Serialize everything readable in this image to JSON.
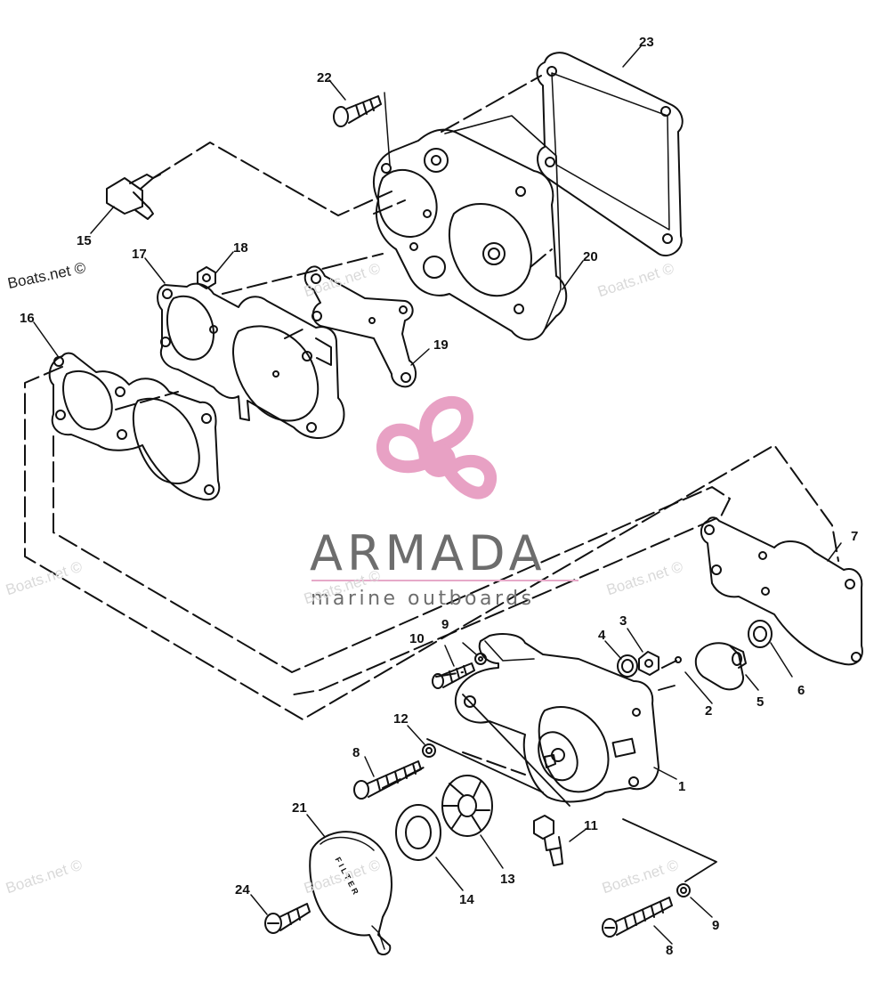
{
  "watermark": {
    "site": "Boats.net ©"
  },
  "logo": {
    "brand": "ARMADA",
    "tagline": "marine outboards",
    "accent": "#e8a1c4"
  },
  "labels": {
    "p1": "1",
    "p2": "2",
    "p3": "3",
    "p4": "4",
    "p5": "5",
    "p6": "6",
    "p7": "7",
    "p8a": "8",
    "p8b": "8",
    "p9a": "9",
    "p9b": "9",
    "p10": "10",
    "p11": "11",
    "p12": "12",
    "p13": "13",
    "p14": "14",
    "p15": "15",
    "p16": "16",
    "p17": "17",
    "p18": "18",
    "p19": "19",
    "p20": "20",
    "p21": "21",
    "p22": "22",
    "p23": "23",
    "p24": "24"
  },
  "filter_text": "FILTER",
  "colors": {
    "ink": "#111111",
    "watermark": "#d9d9d9"
  }
}
